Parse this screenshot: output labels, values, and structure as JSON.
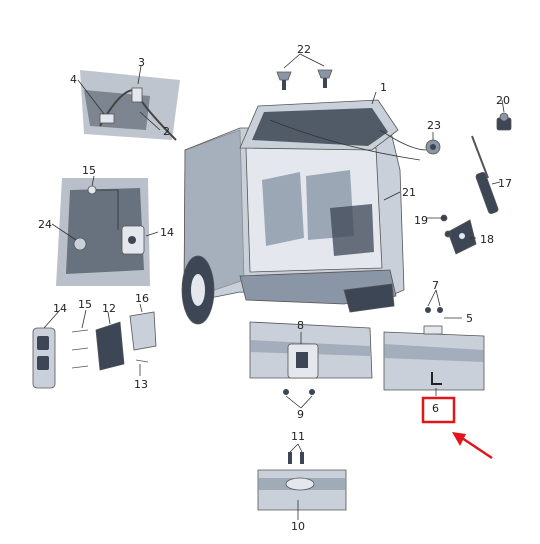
{
  "diagram": {
    "callouts": [
      {
        "id": "c1",
        "label": "1"
      },
      {
        "id": "c2",
        "label": "2"
      },
      {
        "id": "c3",
        "label": "3"
      },
      {
        "id": "c4",
        "label": "4"
      },
      {
        "id": "c5",
        "label": "5"
      },
      {
        "id": "c6",
        "label": "6"
      },
      {
        "id": "c7",
        "label": "7"
      },
      {
        "id": "c8",
        "label": "8"
      },
      {
        "id": "c9",
        "label": "9"
      },
      {
        "id": "c10",
        "label": "10"
      },
      {
        "id": "c11",
        "label": "11"
      },
      {
        "id": "c12",
        "label": "12"
      },
      {
        "id": "c13",
        "label": "13"
      },
      {
        "id": "c14a",
        "label": "14"
      },
      {
        "id": "c14b",
        "label": "14"
      },
      {
        "id": "c15a",
        "label": "15"
      },
      {
        "id": "c15b",
        "label": "15"
      },
      {
        "id": "c16",
        "label": "16"
      },
      {
        "id": "c17",
        "label": "17"
      },
      {
        "id": "c18",
        "label": "18"
      },
      {
        "id": "c19",
        "label": "19"
      },
      {
        "id": "c20",
        "label": "20"
      },
      {
        "id": "c21",
        "label": "21"
      },
      {
        "id": "c22",
        "label": "22"
      },
      {
        "id": "c23",
        "label": "23"
      },
      {
        "id": "c24",
        "label": "24"
      }
    ],
    "highlight": {
      "label": "6",
      "color": "#e0161b"
    },
    "colors": {
      "ink": "#3c4654",
      "shade": "#8a96a6",
      "light": "#c9d0d9"
    }
  }
}
